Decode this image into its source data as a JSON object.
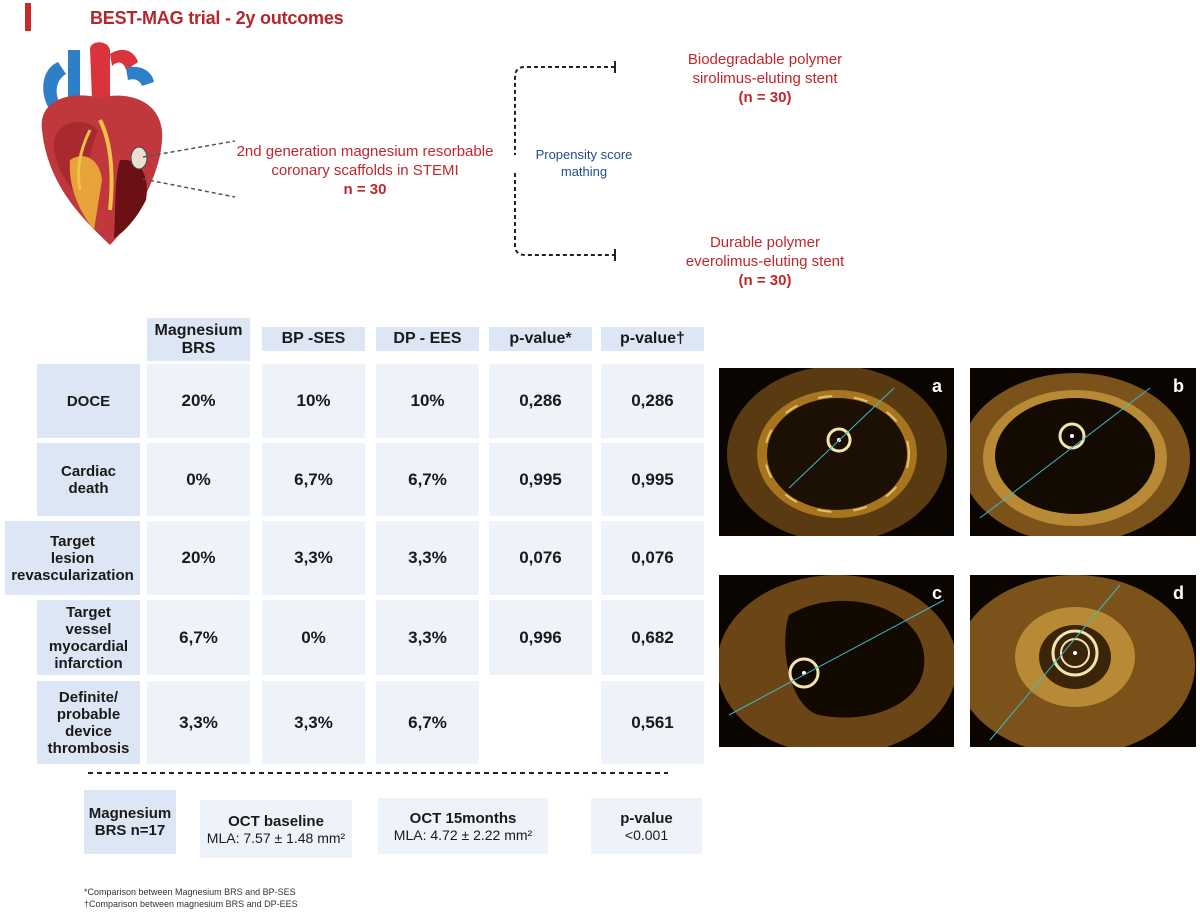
{
  "title": "BEST-MAG trial - 2y outcomes",
  "study": {
    "line1": "2nd generation magnesium resorbable",
    "line2": "coronary scaffolds in STEMI",
    "n": "n = 30"
  },
  "matching": {
    "line1": "Propensity score",
    "line2": "mathing"
  },
  "arm1": {
    "line1": "Biodegradable polymer",
    "line2": "sirolimus-eluting stent",
    "n": "(n = 30)"
  },
  "arm2": {
    "line1": "Durable polymer",
    "line2": "everolimus-eluting stent",
    "n": "(n = 30)"
  },
  "table": {
    "headers": {
      "mag_line1": "Magnesium",
      "mag_line2": "BRS",
      "bpses": "BP -SES",
      "dpees": "DP - EES",
      "p1": "p-value*",
      "p2": "p-value†"
    },
    "rows": [
      {
        "label_lines": [
          "DOCE"
        ],
        "values": [
          "20%",
          "10%",
          "10%",
          "0,286",
          "0,286"
        ]
      },
      {
        "label_lines": [
          "Cardiac",
          "death"
        ],
        "values": [
          "0%",
          "6,7%",
          "6,7%",
          "0,995",
          "0,995"
        ]
      },
      {
        "label_lines": [
          "Target",
          "lesion",
          "revascularization"
        ],
        "values": [
          "20%",
          "3,3%",
          "3,3%",
          "0,076",
          "0,076"
        ]
      },
      {
        "label_lines": [
          "Target",
          "vessel",
          "myocardial",
          "infarction"
        ],
        "values": [
          "6,7%",
          "0%",
          "3,3%",
          "0,996",
          "0,682"
        ]
      },
      {
        "label_lines": [
          "Definite/",
          "probable",
          "device",
          "thrombosis"
        ],
        "values": [
          "3,3%",
          "3,3%",
          "6,7%",
          "",
          "0,561"
        ]
      }
    ]
  },
  "oct": {
    "group_line1": "Magnesium",
    "group_line2": "BRS n=17",
    "baseline_title": "OCT  baseline",
    "baseline_value": "MLA: 7.57 ± 1.48 mm²",
    "followup_title": "OCT  15months",
    "followup_value": "MLA: 4.72 ± 2.22 mm²",
    "p_title": "p-value",
    "p_value": "<0.001"
  },
  "panels": [
    "a",
    "b",
    "c",
    "d"
  ],
  "footnotes": [
    "*Comparison between Magnesium BRS and BP-SES",
    "†Comparison between magnesium BRS and DP-EES"
  ]
}
